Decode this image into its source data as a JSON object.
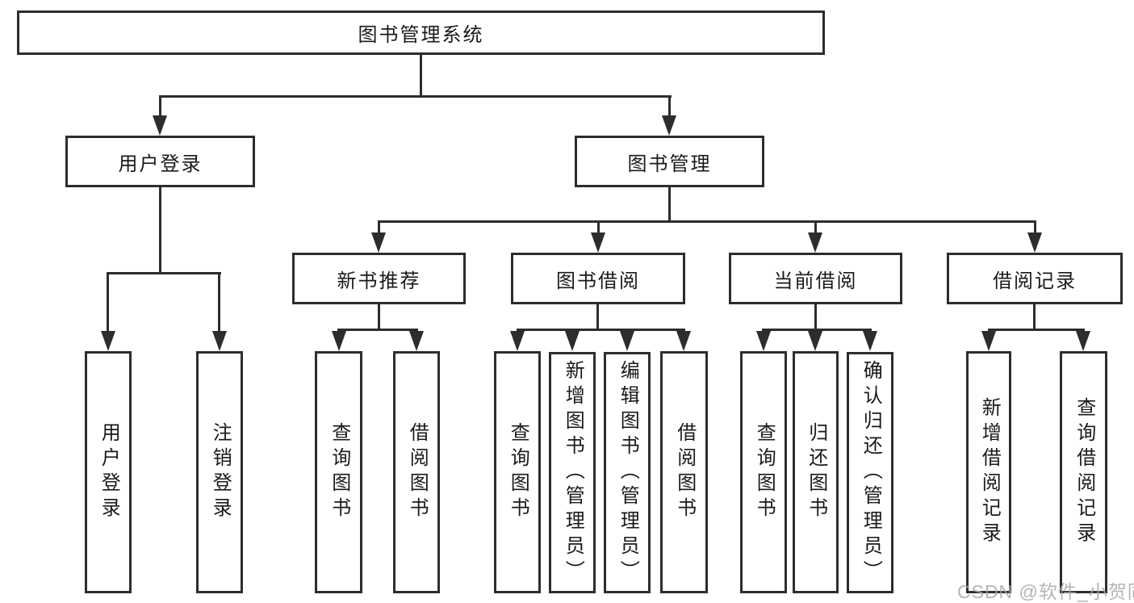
{
  "diagram": {
    "root": "图书管理系统",
    "level2": {
      "user_login": "用户登录",
      "book_mgmt": "图书管理"
    },
    "level3": {
      "new_book_rec": "新书推荐",
      "book_borrow": "图书借阅",
      "current_borrow": "当前借阅",
      "borrow_records": "借阅记录"
    },
    "leaves": {
      "user_login": "用户登录",
      "logout": "注销登录",
      "nb_query": "查询图书",
      "nb_borrow": "借阅图书",
      "bb_query": "查询图书",
      "bb_add": "新增图书（管理员）",
      "bb_edit": "编辑图书（管理员）",
      "bb_borrow": "借阅图书",
      "cb_query": "查询图书",
      "cb_return": "归还图书",
      "cb_confirm": "确认归还（管理员）",
      "br_add": "新增借阅记录",
      "br_query": "查询借阅记录"
    }
  },
  "watermark": "CSDN @软件_小贺同学",
  "colors": {
    "line": "#2d2d2d",
    "text": "#1a1a1a",
    "watermark": "#a8a8a8",
    "background": "#ffffff"
  }
}
